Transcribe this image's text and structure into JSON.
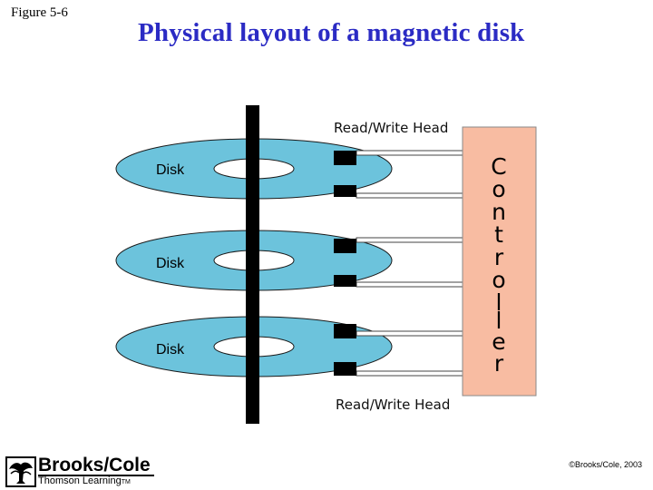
{
  "figure_label": "Figure 5-6",
  "title": "Physical layout of a magnetic disk",
  "diagram": {
    "disks": [
      {
        "label": "Disk"
      },
      {
        "label": "Disk"
      },
      {
        "label": "Disk"
      }
    ],
    "head_label_top": "Read/Write Head",
    "head_label_bottom": "Read/Write Head",
    "controller_letters": [
      "C",
      "o",
      "n",
      "t",
      "r",
      "o",
      "l",
      "l",
      "e",
      "r"
    ],
    "colors": {
      "disk": "#6cc3dc",
      "controller": "#f8bca2",
      "spindle": "#000000"
    }
  },
  "footer": {
    "publisher": "Brooks/Cole",
    "publisher_sub": "Thomson Learning",
    "trademark": "TM",
    "copyright": "©Brooks/Cole, 2003"
  }
}
